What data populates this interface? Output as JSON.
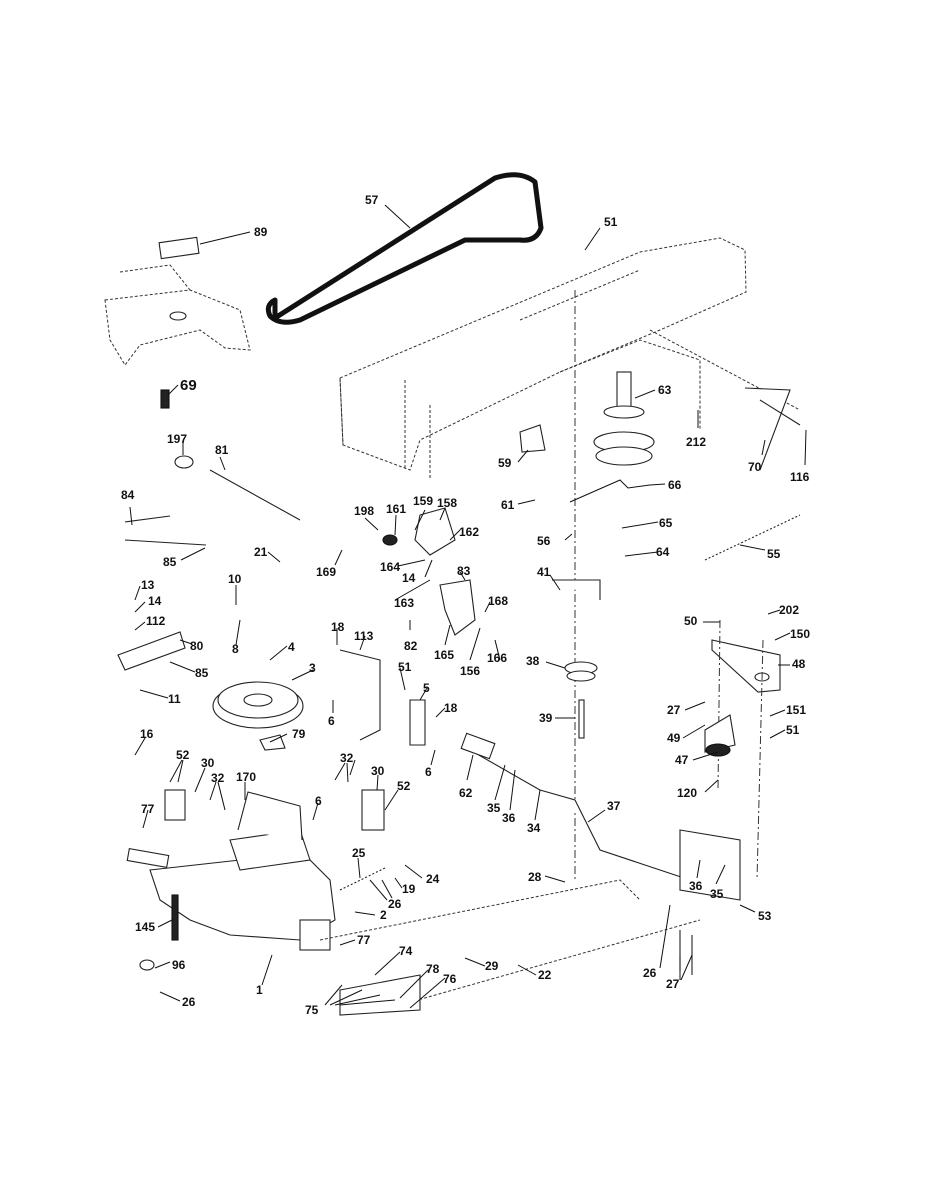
{
  "callouts": [
    {
      "id": "c57",
      "text": "57"
    },
    {
      "id": "c89",
      "text": "89"
    },
    {
      "id": "c51a",
      "text": "51"
    },
    {
      "id": "c69",
      "text": "69"
    },
    {
      "id": "c63",
      "text": "63"
    },
    {
      "id": "c212",
      "text": "212"
    },
    {
      "id": "c70",
      "text": "70"
    },
    {
      "id": "c116",
      "text": "116"
    },
    {
      "id": "c197",
      "text": "197"
    },
    {
      "id": "c81",
      "text": "81"
    },
    {
      "id": "c59",
      "text": "59"
    },
    {
      "id": "c61",
      "text": "61"
    },
    {
      "id": "c66",
      "text": "66"
    },
    {
      "id": "c84",
      "text": "84"
    },
    {
      "id": "c198",
      "text": "198"
    },
    {
      "id": "c161",
      "text": "161"
    },
    {
      "id": "c159",
      "text": "159"
    },
    {
      "id": "c158",
      "text": "158"
    },
    {
      "id": "c162",
      "text": "162"
    },
    {
      "id": "c56",
      "text": "56"
    },
    {
      "id": "c65",
      "text": "65"
    },
    {
      "id": "c64",
      "text": "64"
    },
    {
      "id": "c55",
      "text": "55"
    },
    {
      "id": "c21",
      "text": "21"
    },
    {
      "id": "c169",
      "text": "169"
    },
    {
      "id": "c85a",
      "text": "85"
    },
    {
      "id": "c164",
      "text": "164"
    },
    {
      "id": "c14a",
      "text": "14"
    },
    {
      "id": "c83",
      "text": "83"
    },
    {
      "id": "c163",
      "text": "163"
    },
    {
      "id": "c41",
      "text": "41"
    },
    {
      "id": "c10",
      "text": "10"
    },
    {
      "id": "c13",
      "text": "13"
    },
    {
      "id": "c14b",
      "text": "14"
    },
    {
      "id": "c112",
      "text": "112"
    },
    {
      "id": "c80",
      "text": "80"
    },
    {
      "id": "c168",
      "text": "168"
    },
    {
      "id": "c82",
      "text": "82"
    },
    {
      "id": "c50",
      "text": "50"
    },
    {
      "id": "c202",
      "text": "202"
    },
    {
      "id": "c150",
      "text": "150"
    },
    {
      "id": "c8",
      "text": "8"
    },
    {
      "id": "c18a",
      "text": "18"
    },
    {
      "id": "c113",
      "text": "113"
    },
    {
      "id": "c4",
      "text": "4"
    },
    {
      "id": "c165",
      "text": "165"
    },
    {
      "id": "c156",
      "text": "156"
    },
    {
      "id": "c166",
      "text": "166"
    },
    {
      "id": "c38",
      "text": "38"
    },
    {
      "id": "c48",
      "text": "48"
    },
    {
      "id": "c3",
      "text": "3"
    },
    {
      "id": "c51b",
      "text": "51"
    },
    {
      "id": "c85b",
      "text": "85"
    },
    {
      "id": "c11",
      "text": "11"
    },
    {
      "id": "c5",
      "text": "5"
    },
    {
      "id": "c6a",
      "text": "6"
    },
    {
      "id": "c18b",
      "text": "18"
    },
    {
      "id": "c27a",
      "text": "27"
    },
    {
      "id": "c151",
      "text": "151"
    },
    {
      "id": "c39",
      "text": "39"
    },
    {
      "id": "c51c",
      "text": "51"
    },
    {
      "id": "c16",
      "text": "16"
    },
    {
      "id": "c79",
      "text": "79"
    },
    {
      "id": "c49",
      "text": "49"
    },
    {
      "id": "c52a",
      "text": "52"
    },
    {
      "id": "c30a",
      "text": "30"
    },
    {
      "id": "c32a",
      "text": "32"
    },
    {
      "id": "c30b",
      "text": "30"
    },
    {
      "id": "c6b",
      "text": "6"
    },
    {
      "id": "c47",
      "text": "47"
    },
    {
      "id": "c170",
      "text": "170"
    },
    {
      "id": "c52b",
      "text": "52"
    },
    {
      "id": "c62",
      "text": "62"
    },
    {
      "id": "c35a",
      "text": "35"
    },
    {
      "id": "c36a",
      "text": "36"
    },
    {
      "id": "c34",
      "text": "34"
    },
    {
      "id": "c120",
      "text": "120"
    },
    {
      "id": "c37",
      "text": "37"
    },
    {
      "id": "c77a",
      "text": "77"
    },
    {
      "id": "c6c",
      "text": "6"
    },
    {
      "id": "c32b",
      "text": "32"
    },
    {
      "id": "c25",
      "text": "25"
    },
    {
      "id": "c24",
      "text": "24"
    },
    {
      "id": "c19",
      "text": "19"
    },
    {
      "id": "c26a",
      "text": "26"
    },
    {
      "id": "c28",
      "text": "28"
    },
    {
      "id": "c36b",
      "text": "36"
    },
    {
      "id": "c35b",
      "text": "35"
    },
    {
      "id": "c53",
      "text": "53"
    },
    {
      "id": "c2",
      "text": "2"
    },
    {
      "id": "c145",
      "text": "145"
    },
    {
      "id": "c77b",
      "text": "77"
    },
    {
      "id": "c74",
      "text": "74"
    },
    {
      "id": "c29",
      "text": "29"
    },
    {
      "id": "c22",
      "text": "22"
    },
    {
      "id": "c26b",
      "text": "26"
    },
    {
      "id": "c96",
      "text": "96"
    },
    {
      "id": "c1",
      "text": "1"
    },
    {
      "id": "c27b",
      "text": "27"
    },
    {
      "id": "c78",
      "text": "78"
    },
    {
      "id": "c76",
      "text": "76"
    },
    {
      "id": "c26c",
      "text": "26"
    },
    {
      "id": "c75",
      "text": "75"
    }
  ],
  "colors": {
    "ink": "#111111",
    "background": "#ffffff"
  }
}
